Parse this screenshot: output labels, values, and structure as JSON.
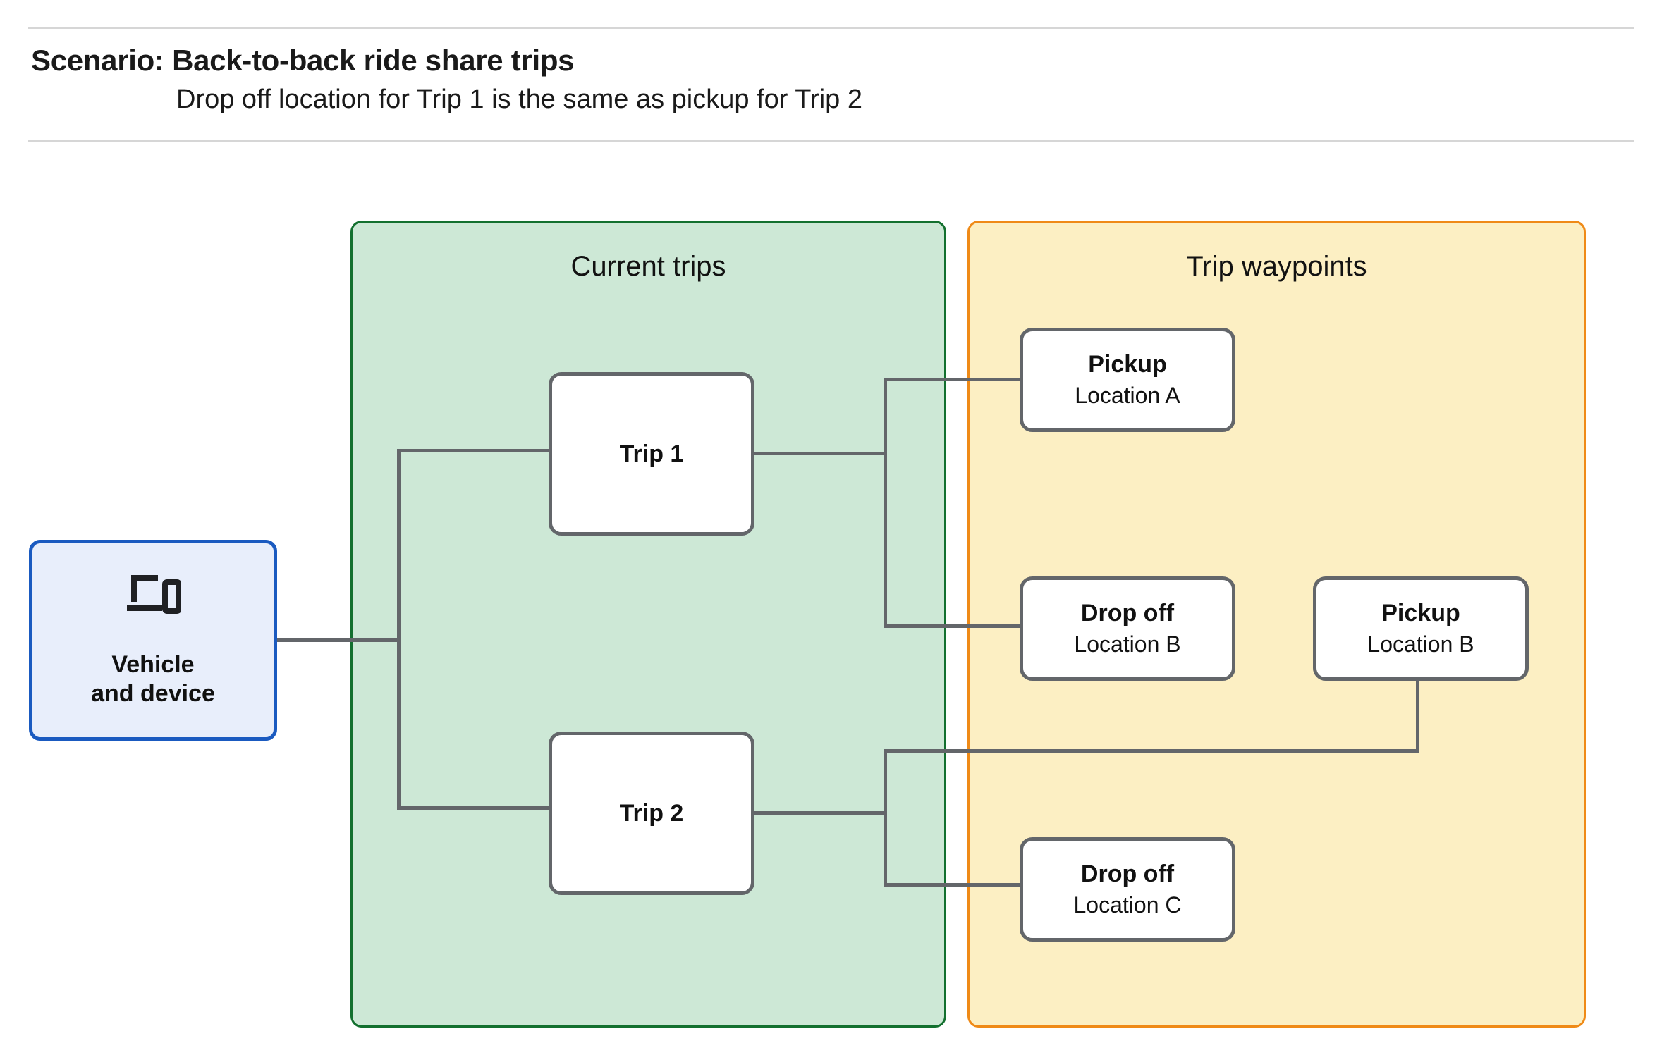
{
  "header": {
    "title": "Scenario: Back-to-back ride share trips",
    "subtitle": "Drop off  location for Trip 1 is the same as pickup for Trip 2"
  },
  "groups": {
    "current_trips": {
      "title": "Current trips",
      "fill": "#cde8d6",
      "border": "#13702f"
    },
    "trip_waypoints": {
      "title": "Trip waypoints",
      "fill": "#fcefc3",
      "border": "#ef8a17"
    }
  },
  "vehicle": {
    "label": "Vehicle\nand device",
    "icon": "devices-icon",
    "fill": "#e8eefb",
    "border": "#1a5ac0"
  },
  "trips": [
    {
      "label": "Trip 1"
    },
    {
      "label": "Trip 2"
    }
  ],
  "waypoints": [
    {
      "type": "Pickup",
      "location": "Location A"
    },
    {
      "type": "Drop off",
      "location": "Location B"
    },
    {
      "type": "Pickup",
      "location": "Location B"
    },
    {
      "type": "Drop off",
      "location": "Location C"
    }
  ],
  "connector_color": "#63666a"
}
